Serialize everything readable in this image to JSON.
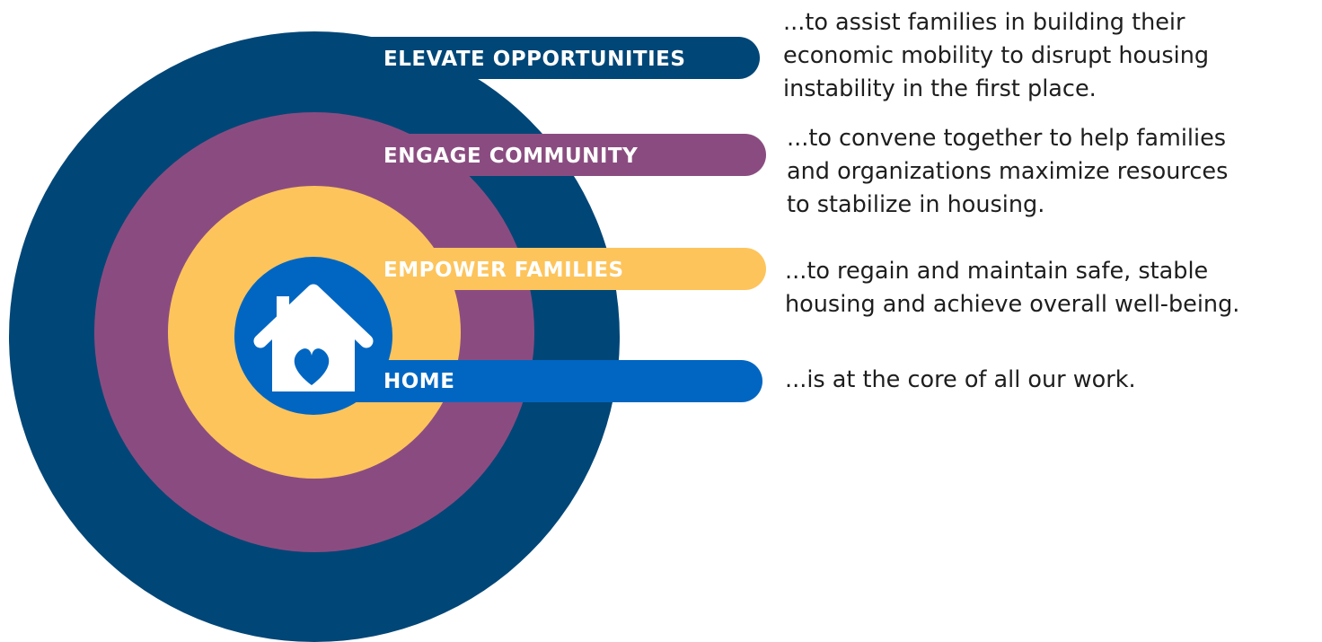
{
  "colors": {
    "navy": "#004677",
    "purple": "#8A4C80",
    "yellow": "#FDC45C",
    "blue": "#0066C2",
    "white": "#FFFFFF",
    "text": "#1E1E1E"
  },
  "icons": [
    "house-heart-icon"
  ],
  "levels": [
    {
      "id": "elevate",
      "label": "ELEVATE OPPORTUNITIES",
      "description": [
        "...to assist families in building their",
        "economic mobility to disrupt housing",
        "instability in the first place."
      ]
    },
    {
      "id": "engage",
      "label": "ENGAGE COMMUNITY",
      "description": [
        "...to convene together to help families",
        "and organizations maximize resources",
        "to stabilize in housing."
      ]
    },
    {
      "id": "empower",
      "label": "EMPOWER FAMILIES",
      "description": [
        "...to regain and maintain safe, stable",
        "housing and achieve overall well-being."
      ]
    },
    {
      "id": "home",
      "label": "HOME",
      "description": [
        "...is at the core of all our work."
      ]
    }
  ]
}
